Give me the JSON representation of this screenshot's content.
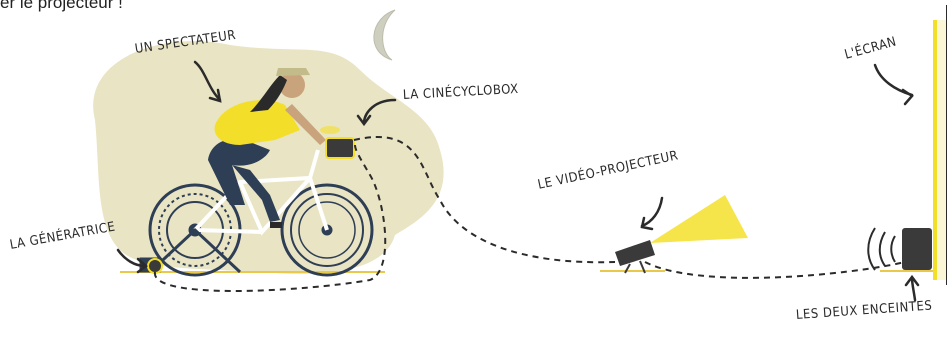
{
  "caption": "er le projecteur !",
  "labels": {
    "spectator": "UN SPECTATEUR",
    "cinecyclobox": "LA CINÉCYCLOBOX",
    "screen": "L'ÉCRAN",
    "projector": "LE VIDÉO-PROJECTEUR",
    "generator": "LA GÉNÉRATRICE",
    "speakers": "LES DEUX ENCEINTES"
  },
  "colors": {
    "blob": "#e9e4c4",
    "yellow": "#f3df2a",
    "navy": "#2e3e55",
    "ink": "#2b2b2b",
    "moon": "#cfcfbf",
    "speaker": "#3a3a3a"
  }
}
